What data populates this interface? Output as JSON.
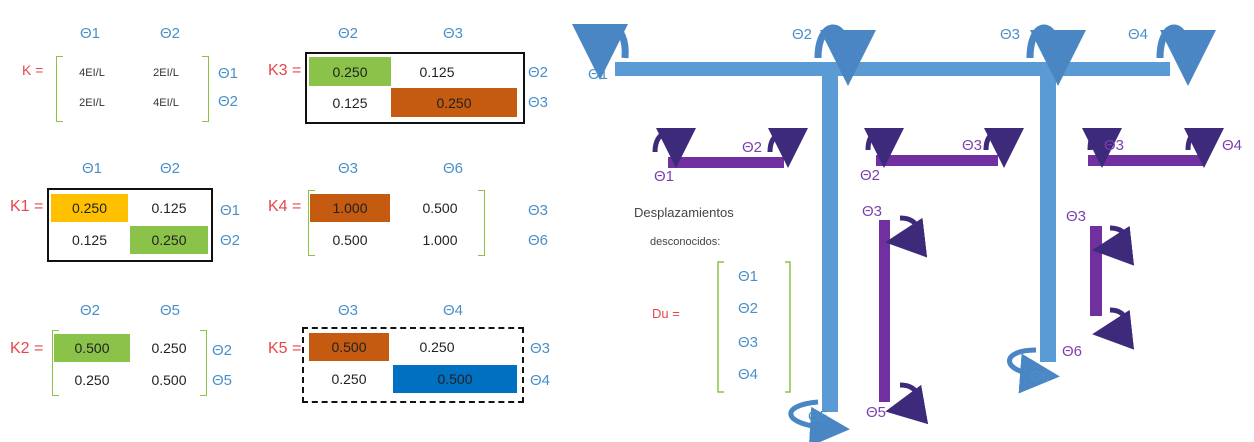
{
  "theta": {
    "t1": "Θ1",
    "t2": "Θ2",
    "t3": "Θ3",
    "t4": "Θ4",
    "t5": "Θ5",
    "t6": "Θ6"
  },
  "k_general": {
    "label": "K =",
    "c11": "4EI/L",
    "c12": "2EI/L",
    "c21": "2EI/L",
    "c22": "4EI/L"
  },
  "k1": {
    "label": "K1 =",
    "c11": "0.250",
    "c12": "0.125",
    "c21": "0.125",
    "c22": "0.250"
  },
  "k2": {
    "label": "K2 =",
    "c11": "0.500",
    "c12": "0.250",
    "c21": "0.250",
    "c22": "0.500"
  },
  "k3": {
    "label": "K3 =",
    "c11": "0.250",
    "c12": "0.125",
    "c21": "0.125",
    "c22": "0.250"
  },
  "k4": {
    "label": "K4 =",
    "c11": "1.000",
    "c12": "0.500",
    "c21": "0.500",
    "c22": "1.000"
  },
  "k5": {
    "label": "K5 =",
    "c11": "0.500",
    "c12": "0.250",
    "c21": "0.250",
    "c22": "0.500"
  },
  "unknowns": {
    "title": "Desplazamientos",
    "subtitle": "desconocidos:",
    "du_label": "Du ="
  },
  "colors": {
    "frame": "#5b9bd5",
    "member": "#7030a0",
    "green": "#8bc34a",
    "orange": "#ffc000",
    "brown": "#c55a11",
    "blue": "#0070c0",
    "red": "#e8454a"
  }
}
